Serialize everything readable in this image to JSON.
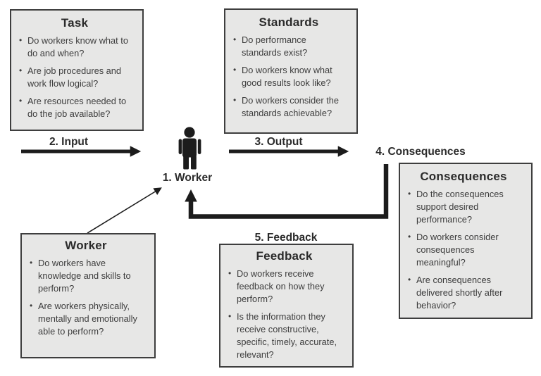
{
  "colors": {
    "background": "#ffffff",
    "box-fill": "#e7e7e6",
    "box-border": "#3e3e3e",
    "heading": "#2b2b2b",
    "text": "#3d3d3d",
    "label": "#2b2b2b",
    "arrow": "#1c1c1c"
  },
  "boxes": {
    "task": {
      "title": "Task",
      "bullets": [
        "Do workers know what to do and when?",
        "Are job procedures and work flow logical?",
        "Are resources needed to do the job available?"
      ]
    },
    "standards": {
      "title": "Standards",
      "bullets": [
        "Do performance standards exist?",
        "Do workers know what good results look like?",
        "Do workers consider the standards achievable?"
      ]
    },
    "consequences": {
      "title": "Consequences",
      "bullets": [
        "Do the consequences support desired performance?",
        "Do workers consider consequences meaningful?",
        "Are consequences delivered shortly after behavior?"
      ]
    },
    "worker": {
      "title": "Worker",
      "bullets": [
        "Do workers have knowledge and skills to perform?",
        "Are workers physically, mentally and emotionally able to perform?"
      ]
    },
    "feedback": {
      "title": "Feedback",
      "bullets": [
        "Do workers receive feedback on how they perform?",
        "Is the information they receive constructive, specific, timely, accurate, relevant?"
      ]
    }
  },
  "labels": {
    "worker": "1. Worker",
    "input": "2. Input",
    "output": "3. Output",
    "consequences": "4. Consequences",
    "feedback": "5. Feedback"
  },
  "icons": {
    "center": "worker-person-icon"
  }
}
